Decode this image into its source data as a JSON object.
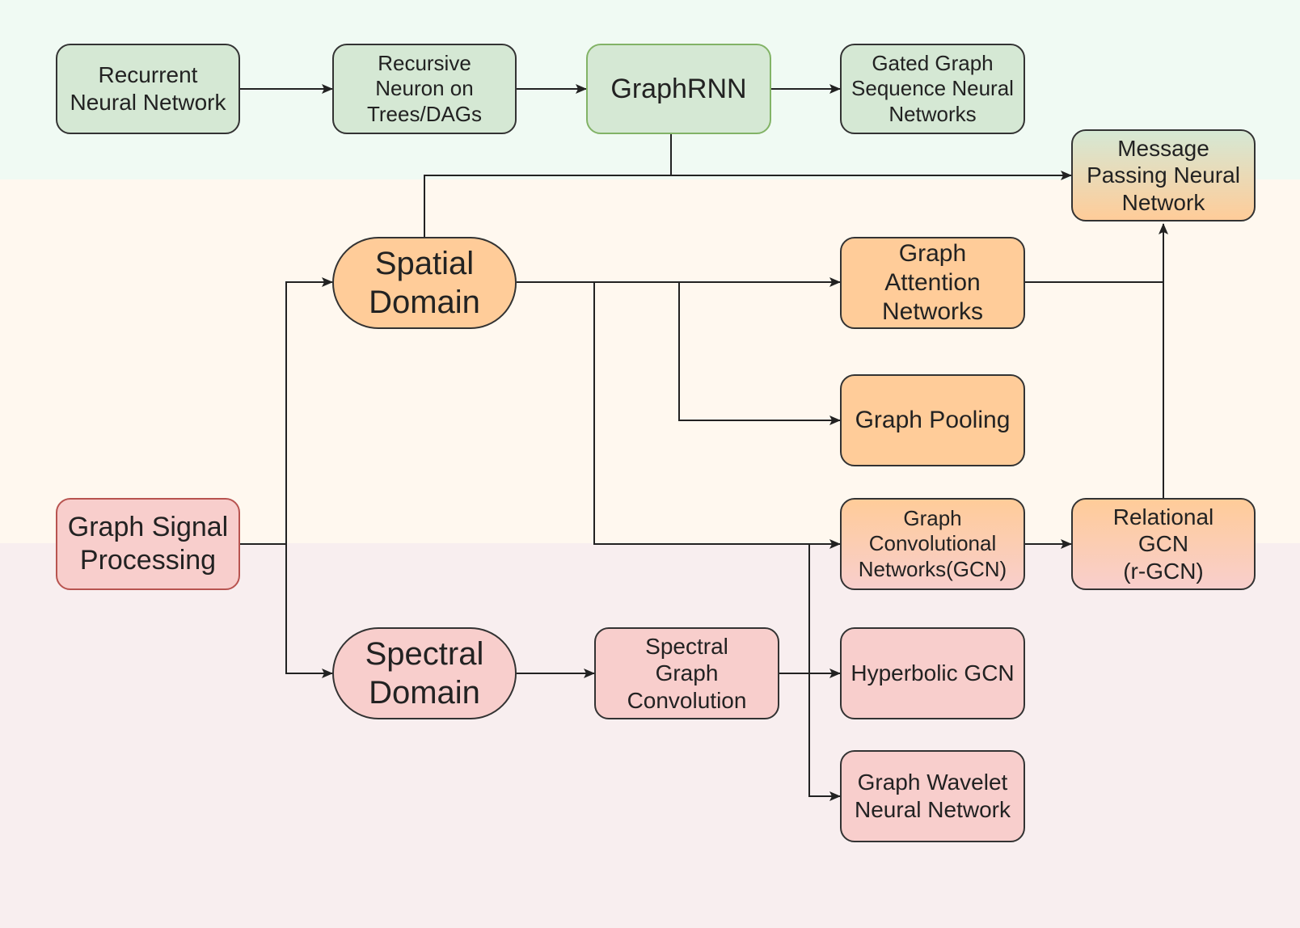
{
  "nodes": {
    "rnn": "Recurrent\nNeural Network",
    "recursive": "Recursive\nNeuron on\nTrees/DAGs",
    "graphrnn": "GraphRNN",
    "ggsnn": "Gated Graph\nSequence Neural\nNetworks",
    "mpnn": "Message\nPassing Neural\nNetwork",
    "spatial": "Spatial\nDomain",
    "gat": "Graph\nAttention\nNetworks",
    "pooling": "Graph Pooling",
    "gsp": "Graph Signal\nProcessing",
    "gcn": "Graph\nConvolutional\nNetworks(GCN)",
    "rgcn": "Relational\nGCN\n(r-GCN)",
    "spectral": "Spectral\nDomain",
    "sgc": "Spectral\nGraph\nConvolution",
    "hgcn": "Hyperbolic GCN",
    "gwnn": "Graph Wavelet\nNeural Network"
  },
  "colors": {
    "green_band": "#f0faf3",
    "orange_band": "#fff8ef",
    "pink_band": "#f8eeef",
    "green_node": "#d5e8d4",
    "orange_node": "#ffcc99",
    "pink_node": "#f8cecc",
    "edge": "#222222"
  }
}
